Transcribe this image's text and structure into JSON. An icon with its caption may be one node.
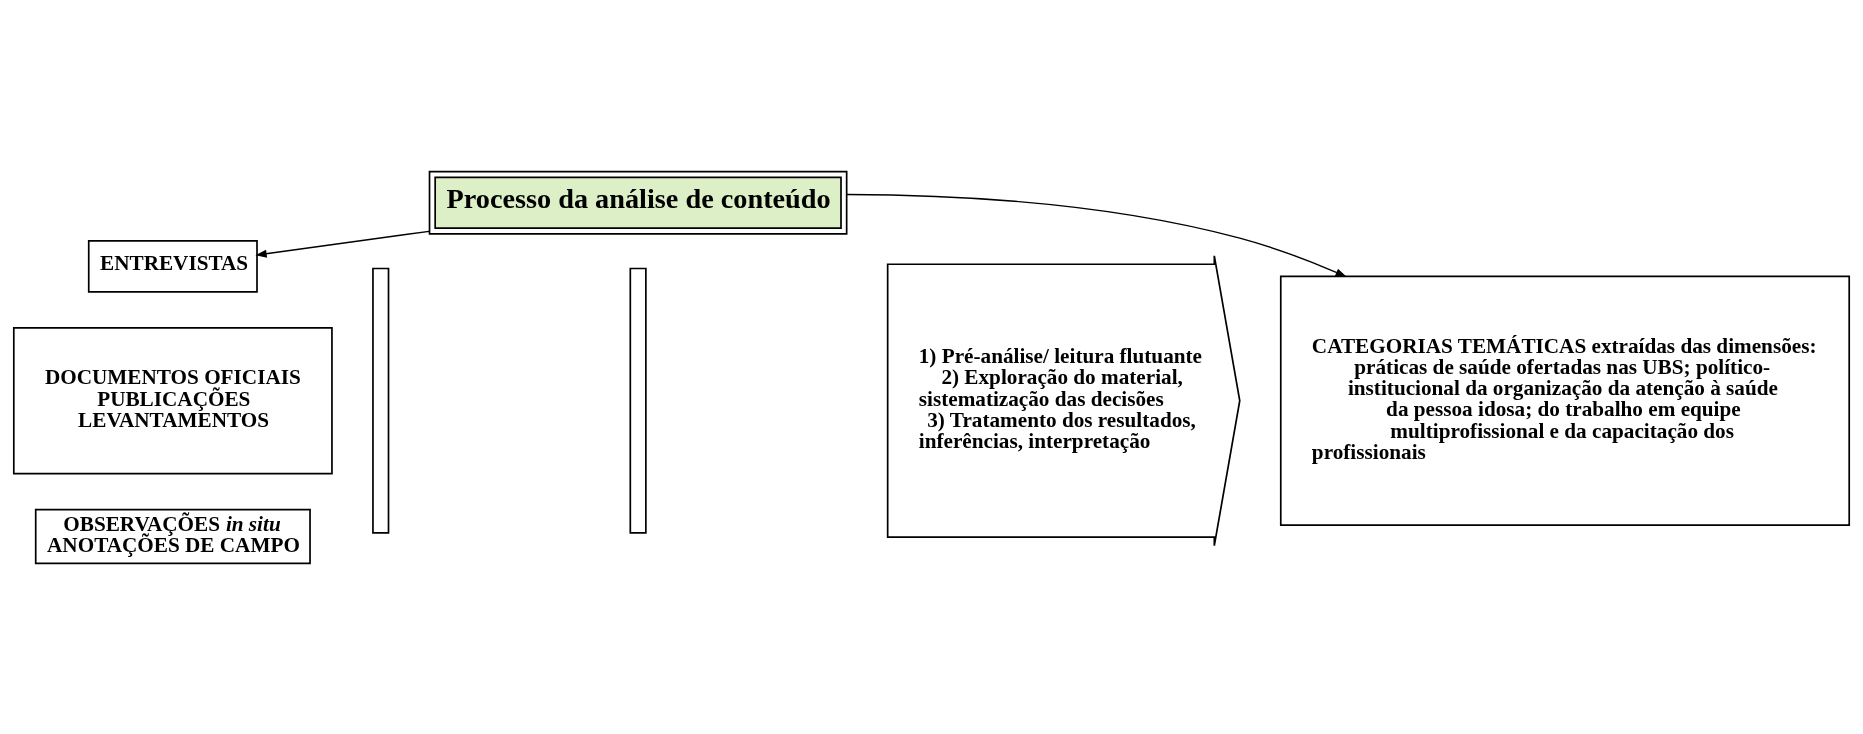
{
  "diagram": {
    "nodes": [
      {
        "text": [
          "Processo da análise de conteúdo"
        ]
      },
      {
        "text": [
          "ENTREVISTAS"
        ]
      },
      {
        "text": [
          "DOCUMENTOS OFICIAIS PUBLICAÇÕES LEVANTAMENTOS"
        ]
      },
      {
        "text": [
          "OBSERVAÇÕES *in situ* ANOTAÇÕES DE CAMPO"
        ]
      },
      {
        "text": [],
        "shape": "bar"
      },
      {
        "text": [],
        "shape": "bar"
      },
      {
        "text": [
          "1) Pré-análise/ leitura flutuante",
          "2) Exploração do material, sistematização das decisões",
          "3) Tratamento dos resultados, inferências, interpretação"
        ]
      },
      {
        "text": [
          "CATEGORIAS TEMÁTICAS extraídas das dimensões: práticas de saúde ofertadas nas UBS; político-institucional da organização da atenção à saúde da pessoa idosa; do trabalho em equipe multiprofissional e da capacitação dos profissionais"
        ]
      }
    ],
    "edges": [
      {
        "from": 0,
        "to": 1,
        "arrow": "to"
      },
      {
        "from": 0,
        "to": 7,
        "arrow": "to"
      }
    ]
  }
}
